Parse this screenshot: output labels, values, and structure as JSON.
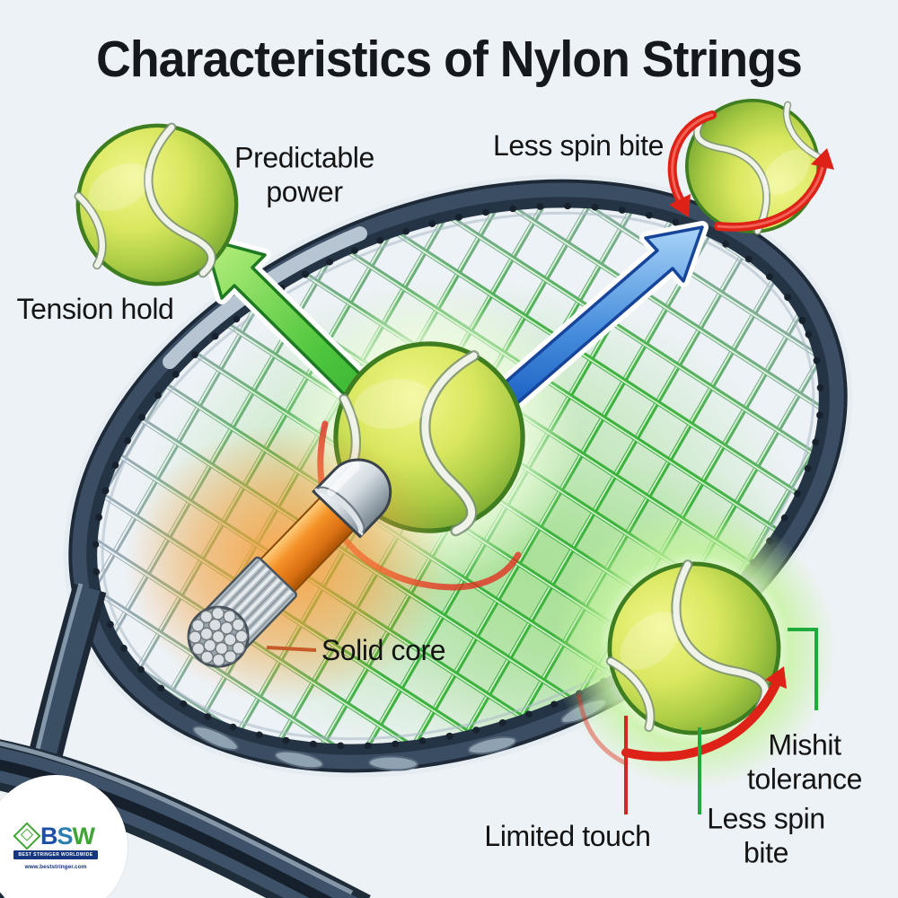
{
  "title": "Characteristics of Nylon Strings",
  "annotations": {
    "predictable_power": "Predictable\npower",
    "less_spin_bite_top": "Less spin bite",
    "tension_hold": "Tension hold",
    "solid_core": "Solid core",
    "limited_touch": "Limited touch",
    "less_spin_bite_bottom": "Less spin bite",
    "mishit_tolerance": "Mishit\ntolerance"
  },
  "logo": {
    "b": "B",
    "s": "S",
    "w": "W",
    "tagline": "BEST STRINGER WORLDWIDE",
    "website": "www.beststringer.com"
  },
  "colors": {
    "background": "#edf2f6",
    "title_text": "#15181c",
    "label_text": "#141414",
    "power_arrow_green": "#2ea832",
    "spin_arrow_blue": "#2268c8",
    "spin_indicator_red": "#df2218",
    "positive_connector_green": "#1faa3c",
    "negative_connector_red": "#d42720",
    "core_connector_orange": "#c65a28",
    "string_glow_green": "#52c43a",
    "core_glow_orange": "#ff9d3e",
    "racket_frame": "#2c3c4e",
    "string_silver": "#c6d2da",
    "ball_yellow_green": "#cfe455"
  }
}
